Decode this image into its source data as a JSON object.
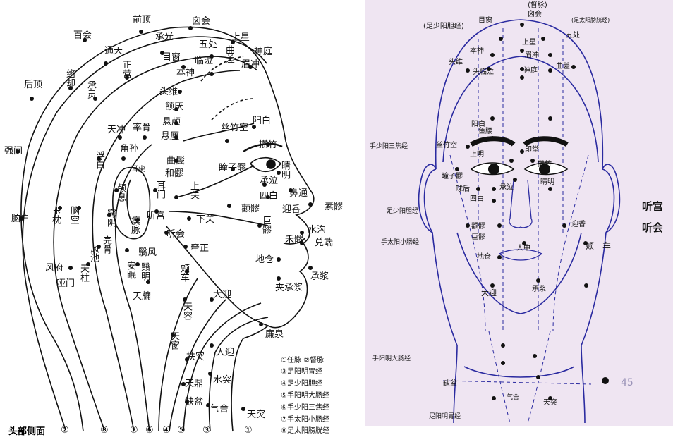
{
  "left": {
    "footer_title": "头部侧面",
    "labels": {
      "bai_hui": "百会",
      "qian_ding": "前顶",
      "xin_hui": "囟会",
      "shang_xing": "上星",
      "tong_tian": "通天",
      "cheng_guang": "承光",
      "wu_chu": "五处",
      "qu_cha": "曲差",
      "shen_ting": "神庭",
      "mei_chong": "眉冲",
      "hou_ding": "后顶",
      "luo_que": "络却",
      "cheng_ling": "承灵",
      "zheng_ying": "正营",
      "mu_chuang": "目窗",
      "lin_qi": "临泣",
      "ben_shen": "本神",
      "tou_wei": "头维",
      "han_yan": "颔厌",
      "xuan_lu": "悬颅",
      "xuan_li": "悬厘",
      "yang_bai": "阳白",
      "si_zhu_kong": "丝竹空",
      "zan_zhu": "攒竹",
      "qiang_jian": "强间",
      "tian_chong": "天冲",
      "shuai_gu": "率骨",
      "jiao_sun": "角孙",
      "qu_bin": "曲鬓",
      "fu_bai": "浮白",
      "er_jian": "耳尖",
      "he_liao": "和髎",
      "tong_zi_liao": "瞳子髎",
      "jing_ming": "睛明",
      "lu_xi": "颅息",
      "er_men": "耳门",
      "shang_guan": "上关",
      "cheng_qi": "承泣",
      "si_bai": "四白",
      "bi_tong": "鼻通",
      "ying_xiang": "迎香",
      "su_liao": "素髎",
      "nao_hu": "脑户",
      "yu_zhen": "玉枕",
      "nao_kong": "脑空",
      "qiao_yin": "窍阴",
      "chi_mai": "瘈脉",
      "ting_gong": "听宫",
      "xia_guan": "下关",
      "quan_liao": "颧髎",
      "ju_liao": "巨髎",
      "shui_gou": "水沟",
      "wan_gu": "完骨",
      "ting_hui": "听会",
      "he_liao2": "禾髎",
      "dui_duan": "兑端",
      "feng_fu": "风府",
      "feng_chi": "风池",
      "yi_feng": "翳风",
      "qian_zheng": "牵正",
      "di_cang": "地仓",
      "ya_men": "哑门",
      "tian_zhu": "天柱",
      "an_mian": "安眠",
      "yi_ming": "翳明",
      "jia_che": "颊车",
      "cheng_jiang": "承浆",
      "jia_cheng_jiang": "夹承浆",
      "tian_you": "天牖",
      "tian_rong": "天容",
      "da_ying": "大迎",
      "lian_quan": "廉泉",
      "tian_chuang": "天窗",
      "ren_ying": "人迎",
      "fu_tu": "扶突",
      "shui_tu": "水突",
      "tian_ding": "天鼎",
      "que_pen": "缺盆",
      "qi_she": "气舍",
      "tian_tu": "天突"
    },
    "legend": [
      "①任脉 ②督脉",
      "③足阳明胃经",
      "④足少阳胆经",
      "⑤手阳明大肠经",
      "⑥手少阳三焦经",
      "⑦手太阳小肠经",
      "⑧足太阳膀胱经"
    ],
    "bottom_numbers": [
      "②",
      "⑧",
      "⑦",
      "⑥",
      "④",
      "⑤",
      "③",
      "①"
    ]
  },
  "right": {
    "header_du": "(督脉)",
    "labels": {
      "xin_hui": "囟会",
      "zu_shao_yang": "(足少阳胆经)",
      "mu_chuang": "目窗",
      "zu_tai_yang": "(足太阳膀胱经)",
      "wu_chu": "五处",
      "shang_xing": "上星",
      "ben_shen": "本神",
      "mei_chong": "眉冲",
      "tou_wei": "头维",
      "tou_lin_qi": "头临泣",
      "shen_ting": "神庭",
      "qu_cha": "曲差",
      "yang_bai": "阳白",
      "yu_yao": "鱼腰",
      "shou_shao_yang": "手少阳三焦经",
      "si_zhu_kong": "丝竹空",
      "shang_ming": "上明",
      "yin_tang": "印堂",
      "zan_zhu": "攒竹",
      "tong_zi_liao": "瞳子髎",
      "jing_ming": "睛明",
      "qiu_hou": "球后",
      "cheng_qi": "承泣",
      "si_bai": "四白",
      "zu_shao_yang2": "足少阳胆经",
      "ting_gong": "听宫",
      "ting_hui": "听会",
      "quan_liao": "颧髎",
      "ying_xiang": "迎香",
      "ju_liao": "巨髎",
      "shou_tai_yang": "手太阳小肠经",
      "jia": "颊",
      "che": "车",
      "ren_zhong": "人中",
      "di_cang": "地仓",
      "da_ying": "大迎",
      "cheng_jiang": "承浆",
      "shou_yang_ming": "手阳明大肠经",
      "que_pen": "缺盆",
      "qi_she": "气舍",
      "tian_tu": "天突",
      "zu_yang_ming": "足阳明胃经",
      "page_num": "45"
    }
  }
}
